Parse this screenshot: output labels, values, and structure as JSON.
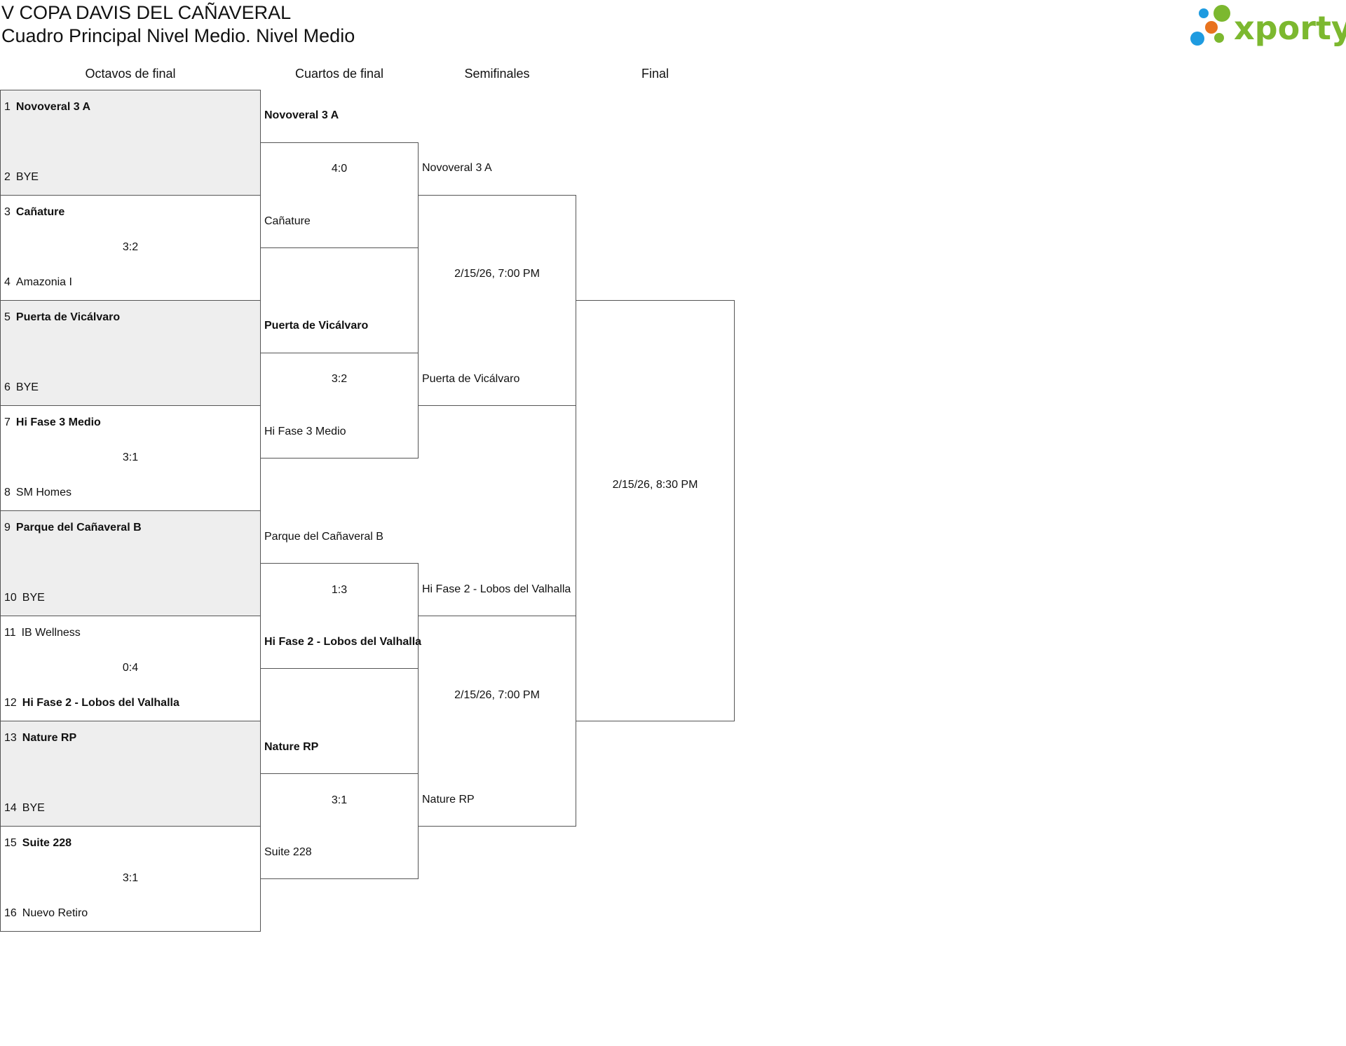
{
  "header": {
    "title": "V COPA DAVIS DEL CAÑAVERAL",
    "subtitle": "Cuadro Principal Nivel Medio. Nivel Medio",
    "logo_text": "xporty"
  },
  "rounds": {
    "r16": "Octavos de final",
    "qf": "Cuartos de final",
    "sf": "Semifinales",
    "final": "Final"
  },
  "octavos": [
    {
      "seed1": "1",
      "team1": "Novoveral 3 A",
      "seed2": "2",
      "team2": "BYE",
      "score": ""
    },
    {
      "seed1": "3",
      "team1": "Cañature",
      "seed2": "4",
      "team2": "Amazonia I",
      "score": "3:2"
    },
    {
      "seed1": "5",
      "team1": "Puerta de Vicálvaro",
      "seed2": "6",
      "team2": "BYE",
      "score": ""
    },
    {
      "seed1": "7",
      "team1": "Hi Fase 3 Medio",
      "seed2": "8",
      "team2": "SM Homes",
      "score": "3:1"
    },
    {
      "seed1": "9",
      "team1": "Parque del Cañaveral B",
      "seed2": "10",
      "team2": "BYE",
      "score": ""
    },
    {
      "seed1": "11",
      "team1": "IB Wellness",
      "seed2": "12",
      "team2": "Hi Fase 2 - Lobos del Valhalla",
      "score": "0:4"
    },
    {
      "seed1": "13",
      "team1": "Nature RP",
      "seed2": "14",
      "team2": "BYE",
      "score": ""
    },
    {
      "seed1": "15",
      "team1": "Suite 228",
      "seed2": "16",
      "team2": "Nuevo Retiro",
      "score": "3:1"
    }
  ],
  "cuartos": [
    {
      "team1": "Novoveral 3 A",
      "team2": "Cañature",
      "score": "4:0"
    },
    {
      "team1": "Puerta de Vicálvaro",
      "team2": "Hi Fase 3 Medio",
      "score": "3:2"
    },
    {
      "team1": "Parque del Cañaveral B",
      "team2": "Hi Fase 2 - Lobos del Valhalla",
      "score": "1:3"
    },
    {
      "team1": "Nature RP",
      "team2": "Suite 228",
      "score": "3:1"
    }
  ],
  "semis": [
    {
      "team1": "Novoveral 3 A",
      "team2": "Puerta de Vicálvaro",
      "datetime": "2/15/26, 7:00 PM"
    },
    {
      "team1": "Hi Fase 2 - Lobos del Valhalla",
      "team2": "Nature RP",
      "datetime": "2/15/26, 7:00 PM"
    }
  ],
  "final": {
    "datetime": "2/15/26, 8:30 PM"
  },
  "colors": {
    "bye_bg": "#eeeeee",
    "border": "#555555",
    "logo_green": "#7cb82f",
    "logo_blue": "#1e9be0",
    "logo_orange": "#e8731e"
  }
}
